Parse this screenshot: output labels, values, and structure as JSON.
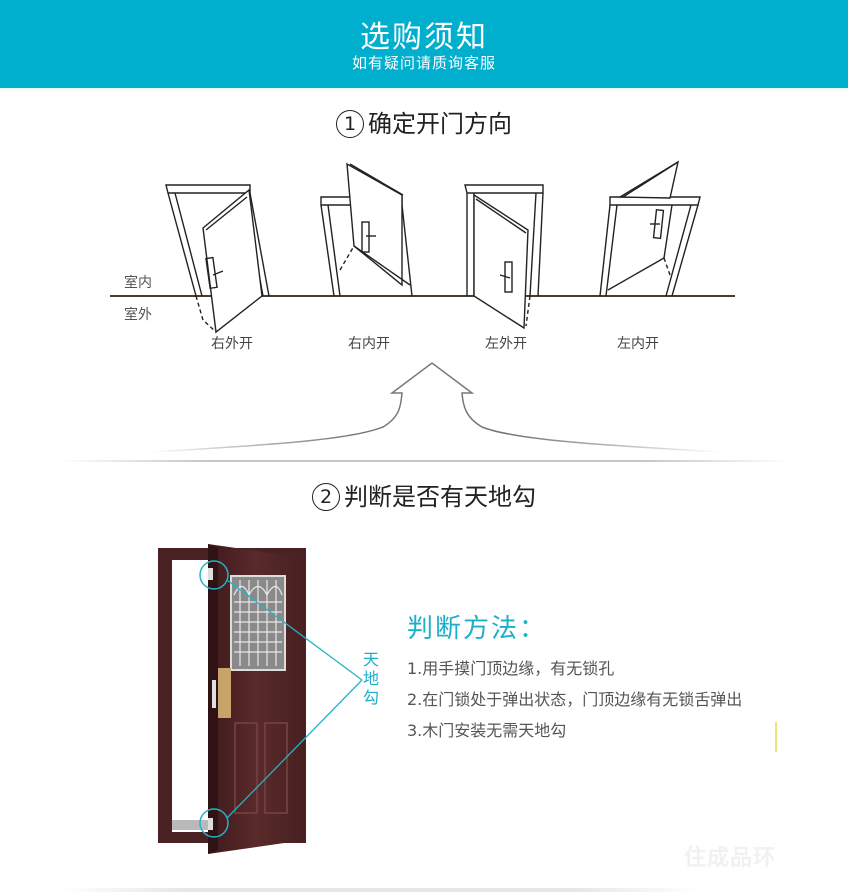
{
  "header": {
    "title": "选购须知",
    "subtitle": "如有疑问请质询客服",
    "background_color": "#00aece"
  },
  "section1": {
    "number": "1",
    "title": "确定开门方向",
    "floor_labels": {
      "indoor": "室内",
      "outdoor": "室外"
    },
    "doors": [
      {
        "label": "右外开",
        "type": "right-outward"
      },
      {
        "label": "右内开",
        "type": "right-inward"
      },
      {
        "label": "左外开",
        "type": "left-outward"
      },
      {
        "label": "左内开",
        "type": "left-inward"
      }
    ]
  },
  "section2": {
    "number": "2",
    "title": "判断是否有天地勾",
    "callout_label": [
      "天",
      "地",
      "勾"
    ],
    "method": {
      "title": "判断方法：",
      "items": [
        "1.用手摸门顶边缘，有无锁孔",
        "2.在门锁处于弹出状态，门顶边缘有无锁舌弹出",
        "3.木门安装无需天地勾"
      ],
      "accent_color": "#1bb0c9"
    }
  },
  "watermark": "住成品环"
}
